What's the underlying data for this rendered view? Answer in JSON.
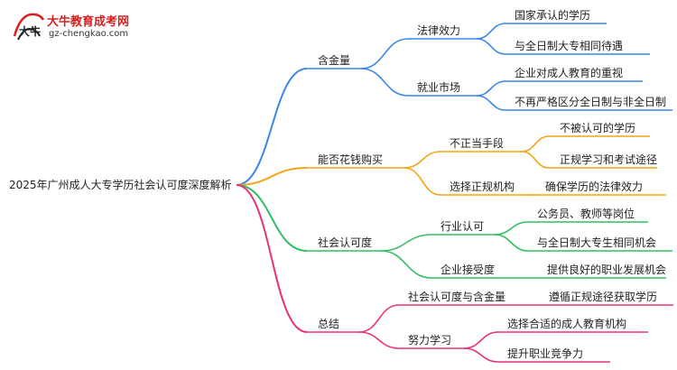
{
  "logo": {
    "title": "大牛教育成考网",
    "subtitle": "gz-chengkao.com",
    "mark_text": "大牛"
  },
  "root": "2025年广州成人大专学历社会认可度深度解析",
  "colors": {
    "blue": "#3a86e8",
    "orange": "#f2a416",
    "green": "#2fbf63",
    "pink": "#e8317a"
  },
  "branches": [
    {
      "label": "含金量",
      "color": "blue",
      "children": [
        {
          "label": "法律效力",
          "children": [
            "国家承认的学历",
            "与全日制大专相同待遇"
          ]
        },
        {
          "label": "就业市场",
          "children": [
            "企业对成人教育的重视",
            "不再严格区分全日制与非全日制"
          ]
        }
      ]
    },
    {
      "label": "能否花钱购买",
      "color": "orange",
      "children": [
        {
          "label": "不正当手段",
          "children": [
            "不被认可的学历",
            "正规学习和考试途径"
          ]
        },
        {
          "label": "选择正规机构",
          "children": [
            "确保学历的法律效力"
          ]
        }
      ]
    },
    {
      "label": "社会认可度",
      "color": "green",
      "children": [
        {
          "label": "行业认可",
          "children": [
            "公务员、教师等岗位",
            "与全日制大专生相同机会"
          ]
        },
        {
          "label": "企业接受度",
          "children": [
            "提供良好的职业发展机会"
          ]
        }
      ]
    },
    {
      "label": "总结",
      "color": "pink",
      "children": [
        {
          "label": "社会认可度与含金量",
          "children": [
            "遵循正规途径获取学历"
          ]
        },
        {
          "label": "努力学习",
          "children": [
            "选择合适的成人教育机构",
            "提升职业竞争力"
          ]
        }
      ]
    }
  ]
}
